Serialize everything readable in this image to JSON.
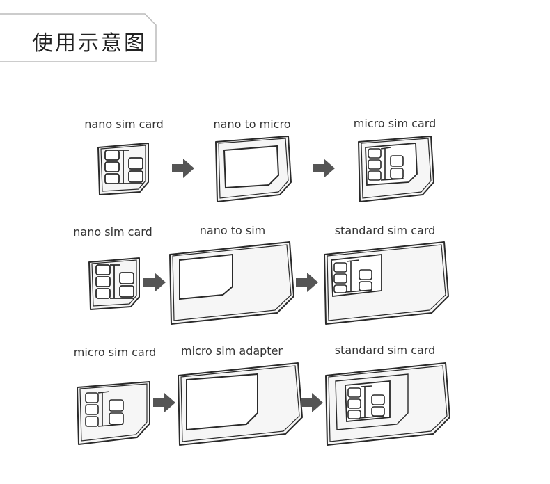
{
  "page": {
    "title": "使用示意图"
  },
  "rows": [
    {
      "labels": [
        "nano sim card",
        "nano to micro",
        "micro sim card"
      ]
    },
    {
      "labels": [
        "nano sim card",
        "nano to sim",
        "standard sim card"
      ]
    },
    {
      "labels": [
        "micro sim card",
        "micro sim adapter",
        "standard sim card"
      ]
    }
  ],
  "colors": {
    "outline": "#2a2a2a",
    "card_fill": "#f6f6f6",
    "inner_fill": "#ffffff",
    "arrow": "#555555"
  },
  "icons": [
    "sim-card-icon",
    "right-arrow-icon"
  ]
}
